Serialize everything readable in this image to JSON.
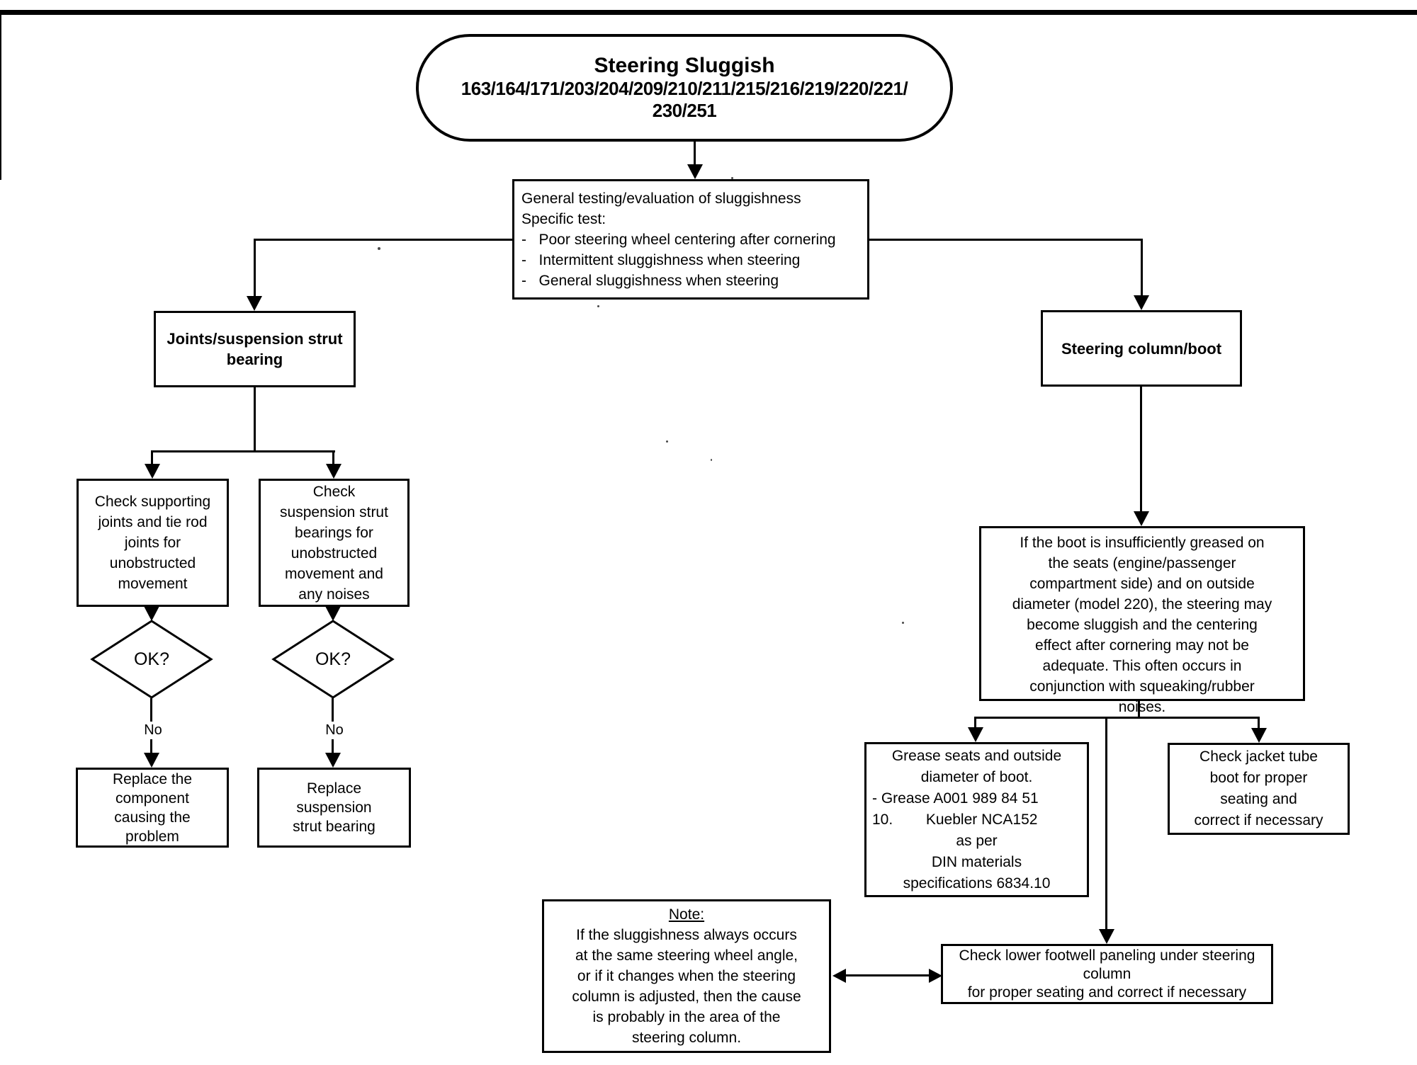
{
  "header": {
    "title": "Steering Sluggish",
    "models_line1": "163/164/171/203/204/209/210/211/215/216/219/220/221/",
    "models_line2": "230/251"
  },
  "general_test": {
    "lines": [
      "General testing/evaluation of sluggishness",
      "Specific test:",
      "-   Poor steering wheel centering after cornering",
      "-   Intermittent sluggishness when steering",
      "-   General sluggishness when steering"
    ]
  },
  "left_branch": {
    "header_lines": [
      "Joints/suspension strut",
      "bearing"
    ],
    "check_supporting": {
      "lines": [
        "Check supporting",
        "joints and tie rod",
        "joints for",
        "unobstructed",
        "movement"
      ]
    },
    "check_strut": {
      "lines": [
        "Check",
        "suspension strut",
        "bearings for",
        "unobstructed",
        "movement and",
        "any noises"
      ]
    },
    "decision1": {
      "label": "OK?",
      "no_label": "No"
    },
    "decision2": {
      "label": "OK?",
      "no_label": "No"
    },
    "replace_component": {
      "lines": [
        "Replace the",
        "component",
        "causing the",
        "problem"
      ]
    },
    "replace_strut": {
      "lines": [
        "Replace",
        "suspension",
        "strut bearing"
      ]
    }
  },
  "right_branch": {
    "header": "Steering column/boot",
    "boot_info": {
      "lines": [
        "If the boot is insufficiently greased on",
        "the seats (engine/passenger",
        "compartment side) and on outside",
        "diameter (model 220), the steering may",
        "become sluggish and the centering",
        "effect after cornering may not be",
        "adequate. This often occurs in",
        "conjunction with squeaking/rubber",
        "noises."
      ]
    },
    "grease_seats": {
      "lines": [
        "Grease seats and outside",
        "diameter of boot.",
        "- Grease A001 989 84 51",
        "10.        Kuebler NCA152",
        "as per",
        "DIN materials",
        "specifications 6834.10"
      ]
    },
    "jacket_tube": {
      "lines": [
        "Check jacket tube",
        "boot for proper",
        "seating and",
        "correct if necessary"
      ]
    },
    "footwell": {
      "lines": [
        "Check lower footwell paneling under steering",
        "column",
        "for proper seating and correct if necessary"
      ]
    }
  },
  "note": {
    "title": "Note:",
    "lines": [
      "If the sluggishness always occurs",
      "at the same steering wheel angle,",
      "or if it changes when the steering",
      "column is adjusted, then the cause",
      "is probably in the area of the",
      "steering column."
    ]
  }
}
